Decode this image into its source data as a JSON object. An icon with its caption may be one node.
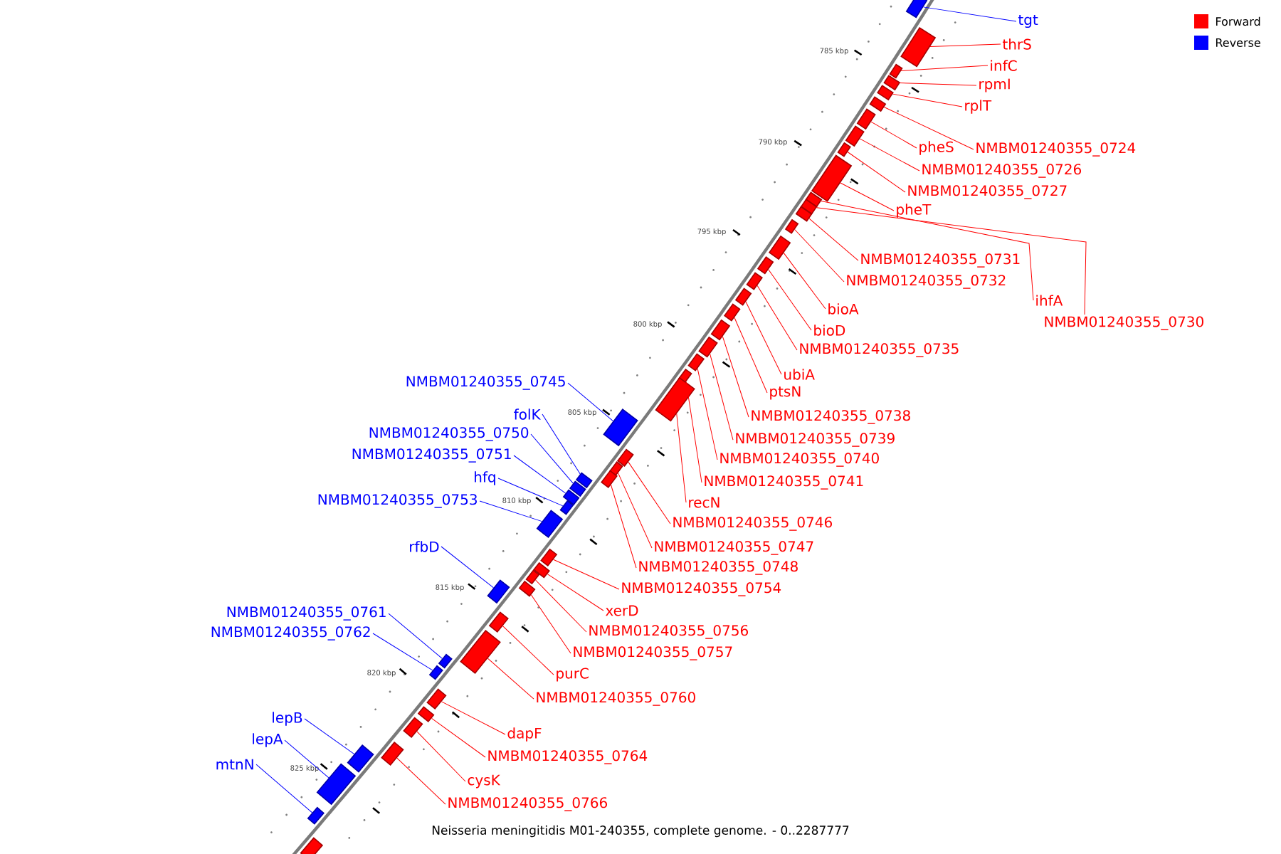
{
  "diagram": {
    "caption": "Neisseria meningitidis M01-240355, complete genome. - 0..2287777",
    "nodes": [
      {
        "text": [
          "tgt"
        ]
      },
      {
        "text": [],
        "shape": "box"
      },
      {
        "text": [
          "thrS"
        ]
      },
      {
        "text": [],
        "shape": "box"
      },
      {
        "text": [
          "infC"
        ]
      },
      {
        "text": [],
        "shape": "box"
      },
      {
        "text": [
          "rpmI"
        ]
      },
      {
        "text": [],
        "shape": "box"
      },
      {
        "text": [
          "rplT"
        ]
      },
      {
        "text": [],
        "shape": "box"
      },
      {
        "text": [
          "NMBM01240355_0724"
        ]
      },
      {
        "text": [],
        "shape": "box"
      },
      {
        "text": [
          "pheS"
        ]
      },
      {
        "text": [],
        "shape": "box"
      },
      {
        "text": [
          "NMBM01240355_0726"
        ]
      },
      {
        "text": [],
        "shape": "box"
      },
      {
        "text": [
          "NMBM01240355_0727"
        ]
      },
      {
        "text": [],
        "shape": "box"
      },
      {
        "text": [
          "pheT"
        ]
      },
      {
        "text": [],
        "shape": "box"
      },
      {
        "text": [
          "ihfA"
        ]
      },
      {
        "text": [],
        "shape": "box"
      },
      {
        "text": [
          "NMBM01240355_0730"
        ]
      },
      {
        "text": [],
        "shape": "box"
      },
      {
        "text": [
          "NMBM01240355_0731"
        ]
      },
      {
        "text": [],
        "shape": "box"
      },
      {
        "text": [
          "NMBM01240355_0732"
        ]
      },
      {
        "text": [],
        "shape": "box"
      },
      {
        "text": [
          "bioA"
        ]
      },
      {
        "text": [],
        "shape": "box"
      },
      {
        "text": [
          "bioD"
        ]
      },
      {
        "text": [],
        "shape": "box"
      },
      {
        "text": [
          "NMBM01240355_0735"
        ]
      },
      {
        "text": [],
        "shape": "box"
      },
      {
        "text": [
          "ubiA"
        ]
      },
      {
        "text": [],
        "shape": "box"
      },
      {
        "text": [
          "ptsN"
        ]
      },
      {
        "text": [],
        "shape": "box"
      },
      {
        "text": [
          "NMBM01240355_0738"
        ]
      },
      {
        "text": [],
        "shape": "box"
      },
      {
        "text": [
          "NMBM01240355_0739"
        ]
      },
      {
        "text": [],
        "shape": "box"
      },
      {
        "text": [
          "NMBM01240355_0740"
        ]
      },
      {
        "text": [],
        "shape": "box"
      },
      {
        "text": [
          "NMBM01240355_0741"
        ]
      },
      {
        "text": [],
        "shape": "box"
      },
      {
        "text": [
          "recN"
        ]
      },
      {
        "text": [],
        "shape": "box"
      },
      {
        "text": [
          "NMBM01240355_0745"
        ]
      },
      {
        "text": [],
        "shape": "box"
      },
      {
        "text": [
          "NMBM01240355_0746"
        ]
      },
      {
        "text": [],
        "shape": "box"
      },
      {
        "text": [
          "NMBM01240355_0747"
        ]
      },
      {
        "text": [],
        "shape": "box"
      },
      {
        "text": [
          "NMBM01240355_0748"
        ]
      },
      {
        "text": [],
        "shape": "box"
      },
      {
        "text": [
          "folK"
        ]
      },
      {
        "text": [],
        "shape": "box"
      },
      {
        "text": [
          "NMBM01240355_0750"
        ]
      },
      {
        "text": [],
        "shape": "box"
      },
      {
        "text": [
          "NMBM01240355_0751"
        ]
      },
      {
        "text": [],
        "shape": "box"
      },
      {
        "text": [
          "hfq"
        ]
      },
      {
        "text": [],
        "shape": "box"
      },
      {
        "text": [
          "NMBM01240355_0753"
        ]
      },
      {
        "text": [],
        "shape": "box"
      },
      {
        "text": [
          "NMBM01240355_0754"
        ]
      },
      {
        "text": [],
        "shape": "box"
      },
      {
        "text": [
          "xerD"
        ]
      },
      {
        "text": [],
        "shape": "box"
      },
      {
        "text": [
          "NMBM01240355_0756"
        ]
      },
      {
        "text": [],
        "shape": "box"
      },
      {
        "text": [
          "NMBM01240355_0757"
        ]
      },
      {
        "text": [],
        "shape": "box"
      },
      {
        "text": [
          "rfbD"
        ]
      },
      {
        "text": [],
        "shape": "box"
      },
      {
        "text": [
          "purC"
        ]
      },
      {
        "text": [],
        "shape": "box"
      },
      {
        "text": [
          "NMBM01240355_0760"
        ]
      },
      {
        "text": [],
        "shape": "box"
      },
      {
        "text": [
          "NMBM01240355_0761"
        ]
      },
      {
        "text": [],
        "shape": "box"
      },
      {
        "text": [
          "NMBM01240355_0762"
        ]
      },
      {
        "text": [],
        "shape": "box"
      },
      {
        "text": [
          "dapF"
        ]
      },
      {
        "text": [],
        "shape": "box"
      },
      {
        "text": [
          "NMBM01240355_0764"
        ]
      },
      {
        "text": [],
        "shape": "box"
      },
      {
        "text": [
          "cysK"
        ]
      },
      {
        "text": [],
        "shape": "box"
      },
      {
        "text": [
          "NMBM01240355_0766"
        ]
      },
      {
        "text": [],
        "shape": "box"
      },
      {
        "text": [
          "lepB"
        ]
      },
      {
        "text": [],
        "shape": "box"
      },
      {
        "text": [
          "lepA"
        ]
      },
      {
        "text": [],
        "shape": "box"
      },
      {
        "text": [
          "mtnN"
        ]
      },
      {
        "text": [],
        "shape": "box"
      },
      {
        "text": [],
        "shape": "box"
      }
    ],
    "edges": [
      {
        "from": 0,
        "to": 1,
        "arrow": "none",
        "color": "#0000ff"
      },
      {
        "from": 2,
        "to": 3,
        "arrow": "none"
      },
      {
        "from": 4,
        "to": 5,
        "arrow": "none"
      },
      {
        "from": 6,
        "to": 7,
        "arrow": "none"
      },
      {
        "from": 8,
        "to": 9,
        "arrow": "none"
      },
      {
        "from": 10,
        "to": 11,
        "arrow": "none"
      },
      {
        "from": 12,
        "to": 13,
        "arrow": "none"
      },
      {
        "from": 14,
        "to": 15,
        "arrow": "none"
      },
      {
        "from": 16,
        "to": 17,
        "arrow": "none"
      },
      {
        "from": 18,
        "to": 19,
        "arrow": "none"
      },
      {
        "from": 20,
        "to": 21,
        "arrow": "none"
      },
      {
        "from": 22,
        "to": 23,
        "arrow": "none"
      },
      {
        "from": 24,
        "to": 25,
        "arrow": "none"
      },
      {
        "from": 26,
        "to": 27,
        "arrow": "none"
      },
      {
        "from": 28,
        "to": 29,
        "arrow": "none"
      },
      {
        "from": 30,
        "to": 31,
        "arrow": "none"
      },
      {
        "from": 32,
        "to": 33,
        "arrow": "none"
      },
      {
        "from": 34,
        "to": 35,
        "arrow": "none"
      },
      {
        "from": 36,
        "to": 37,
        "arrow": "none"
      },
      {
        "from": 38,
        "to": 39,
        "arrow": "none"
      },
      {
        "from": 40,
        "to": 41,
        "arrow": "none"
      },
      {
        "from": 42,
        "to": 43,
        "arrow": "none"
      },
      {
        "from": 44,
        "to": 45,
        "arrow": "none"
      },
      {
        "from": 46,
        "to": 47,
        "arrow": "none"
      },
      {
        "from": 48,
        "to": 49,
        "arrow": "none",
        "color": "#0000ff"
      },
      {
        "from": 50,
        "to": 51,
        "arrow": "none"
      },
      {
        "from": 52,
        "to": 53,
        "arrow": "none"
      },
      {
        "from": 54,
        "to": 55,
        "arrow": "none"
      },
      {
        "from": 56,
        "to": 57,
        "arrow": "none",
        "color": "#0000ff"
      },
      {
        "from": 58,
        "to": 59,
        "arrow": "none",
        "color": "#0000ff"
      },
      {
        "from": 60,
        "to": 61,
        "arrow": "none",
        "color": "#0000ff"
      },
      {
        "from": 62,
        "to": 63,
        "arrow": "none",
        "color": "#0000ff"
      },
      {
        "from": 64,
        "to": 65,
        "arrow": "none",
        "color": "#0000ff"
      },
      {
        "from": 66,
        "to": 67,
        "arrow": "none"
      },
      {
        "from": 68,
        "to": 69,
        "arrow": "none"
      },
      {
        "from": 70,
        "to": 71,
        "arrow": "none"
      },
      {
        "from": 72,
        "to": 73,
        "arrow": "none"
      },
      {
        "from": 74,
        "to": 75,
        "arrow": "none",
        "color": "#0000ff"
      },
      {
        "from": 76,
        "to": 77,
        "arrow": "none"
      },
      {
        "from": 78,
        "to": 79,
        "arrow": "none"
      },
      {
        "from": 80,
        "to": 81,
        "arrow": "none",
        "color": "#0000ff"
      },
      {
        "from": 82,
        "to": 83,
        "arrow": "none",
        "color": "#0000ff"
      },
      {
        "from": 84,
        "to": 85,
        "arrow": "none"
      },
      {
        "from": 86,
        "to": 87,
        "arrow": "none"
      },
      {
        "from": 88,
        "to": 89,
        "arrow": "none"
      },
      {
        "from": 90,
        "to": 91,
        "arrow": "none"
      },
      {
        "from": 92,
        "to": 93,
        "arrow": "none",
        "color": "#0000ff"
      },
      {
        "from": 94,
        "to": 95,
        "arrow": "none",
        "color": "#0000ff"
      },
      {
        "from": 96,
        "to": 97,
        "arrow": "none",
        "color": "#0000ff"
      }
    ],
    "labels": [
      "785 kbp",
      "790 kbp",
      "795 kbp",
      "800 kbp",
      "805 kbp",
      "810 kbp",
      "815 kbp",
      "820 kbp",
      "825 kbp"
    ],
    "legend": [
      {
        "text": "Forward",
        "color": "#ff0000"
      },
      {
        "text": "Reverse",
        "color": "#0000ff"
      }
    ]
  }
}
